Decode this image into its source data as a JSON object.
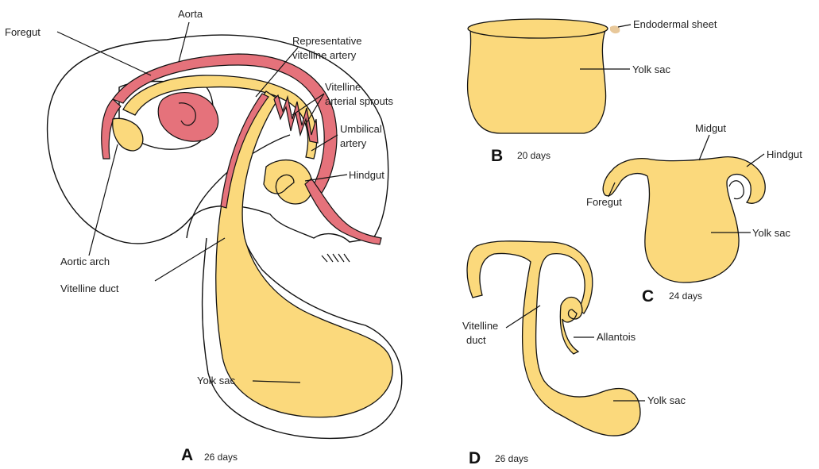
{
  "panels": {
    "a": {
      "letter": "A",
      "age": "26 days"
    },
    "b": {
      "letter": "B",
      "age": "20 days"
    },
    "c": {
      "letter": "C",
      "age": "24 days"
    },
    "d": {
      "letter": "D",
      "age": "26 days"
    }
  },
  "labels": {
    "a": {
      "foregut": "Foregut",
      "aorta": "Aorta",
      "rep_artery_1": "Representative",
      "rep_artery_2": "vitelline artery",
      "sprouts_1": "Vitelline",
      "sprouts_2": "arterial sprouts",
      "umbilical_1": "Umbilical",
      "umbilical_2": "artery",
      "hindgut": "Hindgut",
      "aortic_arch": "Aortic arch",
      "vitelline_duct": "Vitelline duct",
      "yolk_sac": "Yolk sac"
    },
    "b": {
      "endodermal_sheet": "Endodermal sheet",
      "yolk_sac": "Yolk sac"
    },
    "c": {
      "midgut": "Midgut",
      "hindgut": "Hindgut",
      "foregut": "Foregut",
      "yolk_sac": "Yolk sac"
    },
    "d": {
      "vitelline_duct_1": "Vitelline",
      "vitelline_duct_2": "duct",
      "allantois": "Allantois",
      "yolk_sac": "Yolk sac"
    }
  },
  "colors": {
    "endoderm": "#fbd97c",
    "vessel": "#e5727b",
    "outline": "#111111"
  }
}
